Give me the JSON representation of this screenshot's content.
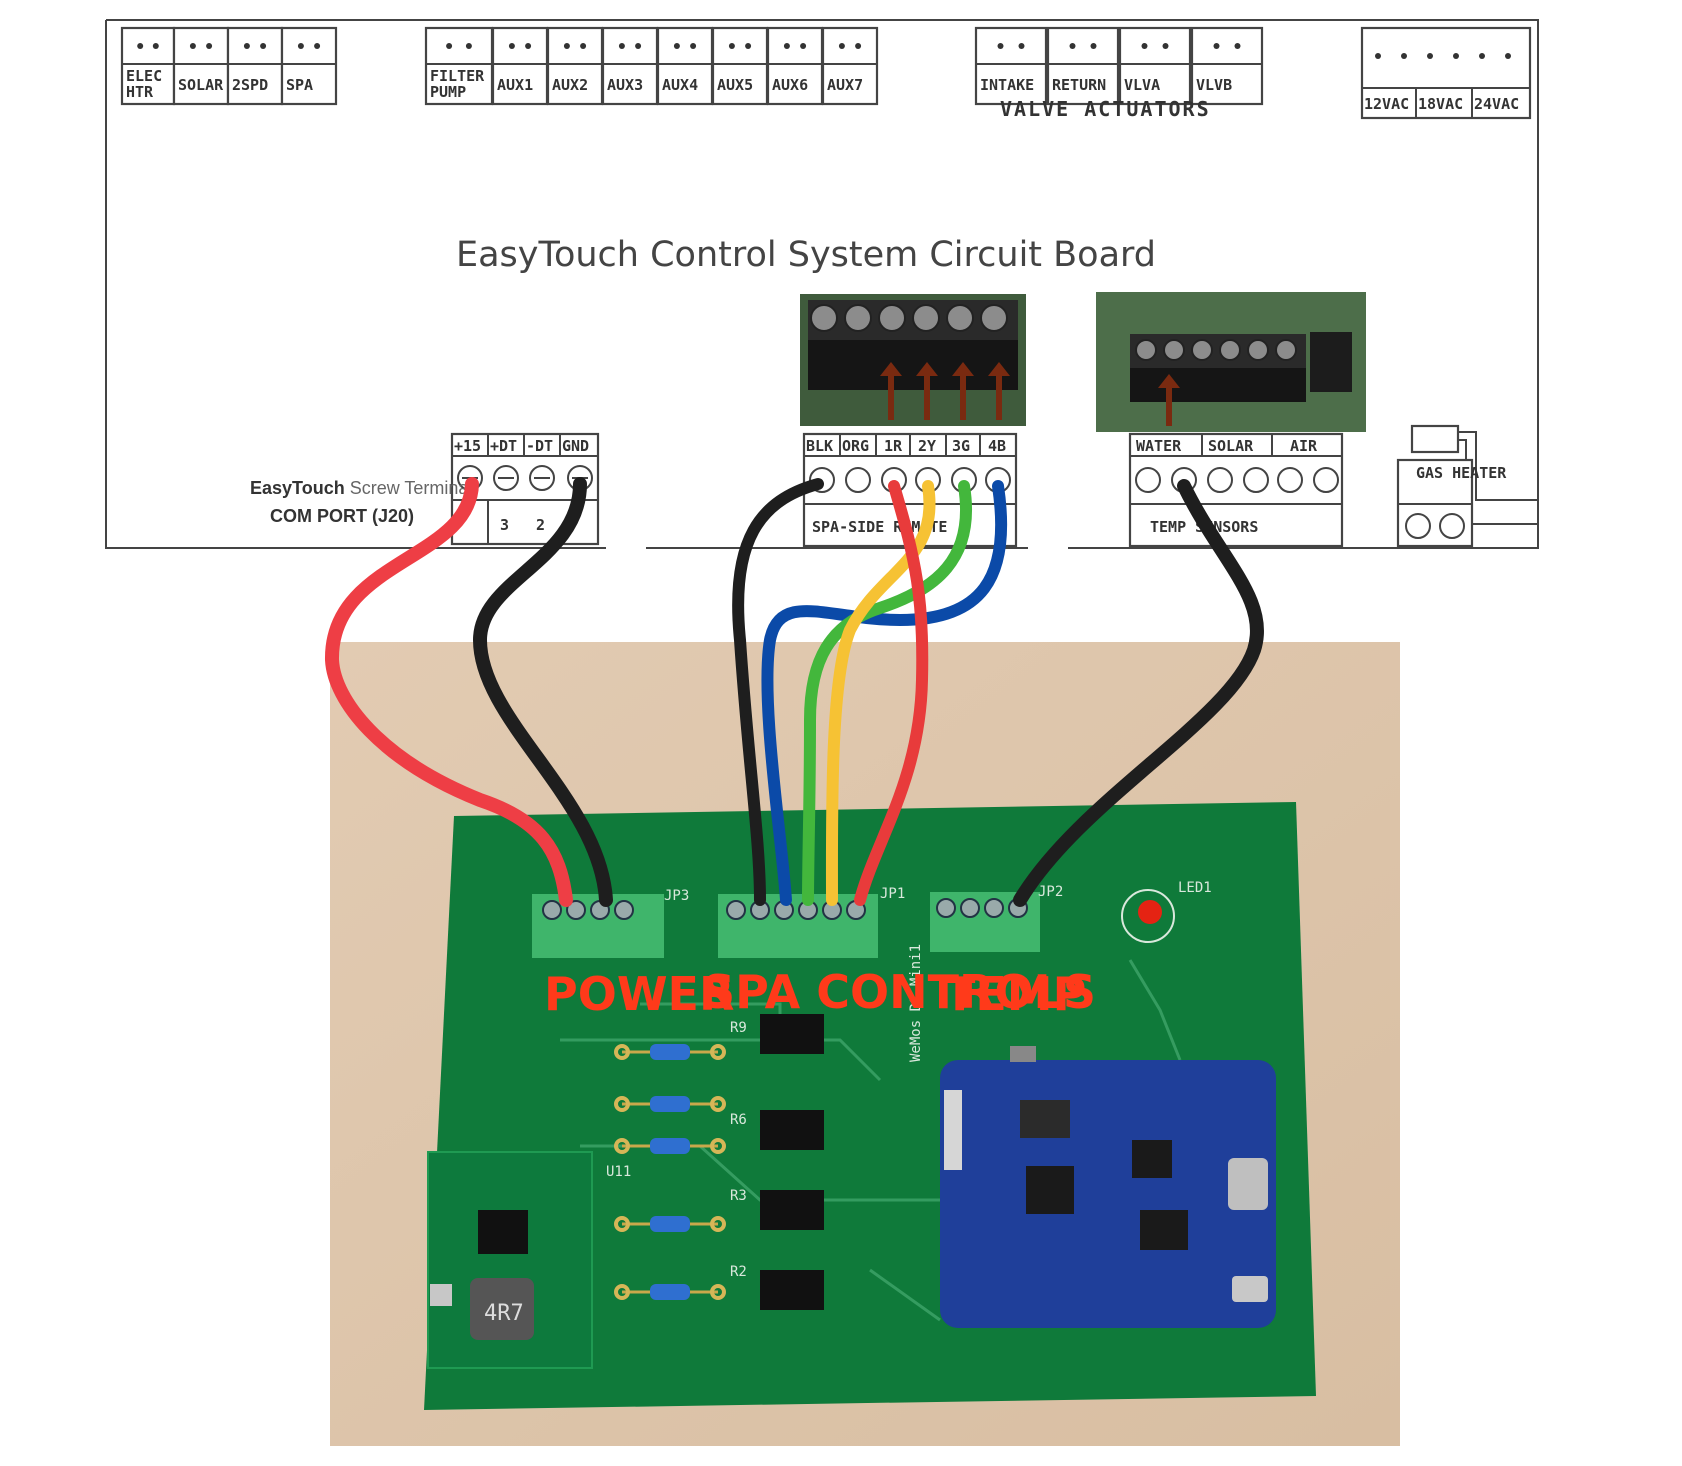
{
  "board_title": "EasyTouch Control System Circuit Board",
  "relay_headers_left": [
    "ELEC HTR",
    "SOLAR",
    "2SPD",
    "SPA"
  ],
  "relay_headers_mid": [
    "FILTER PUMP",
    "AUX1",
    "AUX2",
    "AUX3",
    "AUX4",
    "AUX5",
    "AUX6",
    "AUX7"
  ],
  "valve_headers": [
    "INTAKE",
    "RETURN",
    "VLVA",
    "VLVB"
  ],
  "valve_title": "VALVE ACTUATORS",
  "power_headers": [
    "12VAC",
    "18VAC",
    "24VAC"
  ],
  "com_port": {
    "caption_1a": "EasyTouch",
    "caption_1b": " Screw Terminal",
    "caption_2": "COM PORT (J20)",
    "pins": [
      "+15",
      "+DT",
      "-DT",
      "GND"
    ],
    "numbers": [
      "3",
      "2"
    ]
  },
  "spa_remote": {
    "pins": [
      "BLK",
      "ORG",
      "1R",
      "2Y",
      "3G",
      "4B"
    ],
    "footer": "SPA-SIDE REMOTE"
  },
  "temp_sensors": {
    "pins": [
      "WATER",
      "SOLAR",
      "AIR"
    ],
    "footer": "TEMP SENSORS"
  },
  "gas_heater": "GAS HEATER",
  "pcb": {
    "jp3": "JP3",
    "jp1": "JP1",
    "jp2": "JP2",
    "led": "LED1",
    "module": "WeMos D1 Mini1",
    "u11": "U11",
    "resistors": [
      "R9",
      "R6",
      "R3",
      "R2"
    ],
    "inductor": "4R7"
  },
  "photo_labels": {
    "power": "POWER",
    "spa": "SPA CONTROLS",
    "temp": "TEMP"
  }
}
